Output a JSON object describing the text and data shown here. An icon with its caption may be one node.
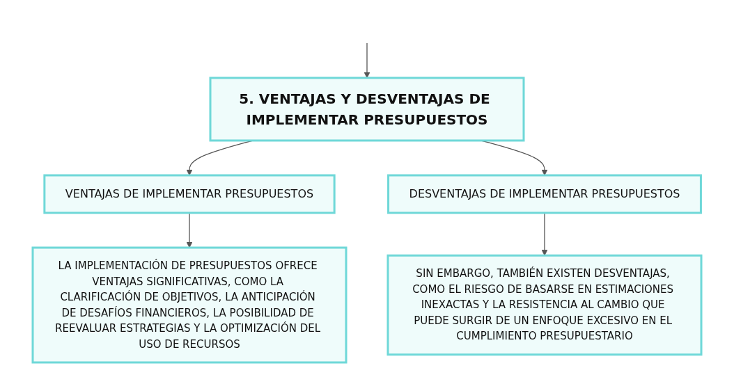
{
  "diagram": {
    "nodes": [
      {
        "text": [
          "5. VENTAJAS Y DESVENTAJAS DE IMPLEMENTAR PRESUPUESTOS"
        ]
      },
      {
        "text": [
          "VENTAJAS DE IMPLEMENTAR PRESUPUESTOS"
        ]
      },
      {
        "text": [
          "DESVENTAJAS DE IMPLEMENTAR PRESUPUESTOS"
        ]
      },
      {
        "text": [
          "LA IMPLEMENTACIÓN DE PRESUPUESTOS OFRECE VENTAJAS SIGNIFICATIVAS, COMO LA CLARIFICACIÓN DE OBJETIVOS, LA ANTICIPACIÓN DE DESAFÍOS FINANCIEROS, LA POSIBILIDAD DE REEVALUAR ESTRATEGIAS Y LA OPTIMIZACIÓN DEL USO DE RECURSOS"
        ]
      },
      {
        "text": [
          "SIN EMBARGO, TAMBIÉN EXISTEN DESVENTAJAS, COMO EL RIESGO DE BASARSE EN ESTIMACIONES INEXACTAS Y LA RESISTENCIA AL CAMBIO QUE PUEDE SURGIR DE UN ENFOQUE EXCESIVO EN EL CUMPLIMIENTO PRESUPUESTARIO"
        ]
      }
    ],
    "edges": [
      {
        "from": null,
        "to": 0,
        "arrow": "to"
      },
      {
        "from": 0,
        "to": 1,
        "arrow": "to"
      },
      {
        "from": 0,
        "to": 2,
        "arrow": "to"
      },
      {
        "from": 1,
        "to": 3,
        "arrow": "to"
      },
      {
        "from": 2,
        "to": 4,
        "arrow": "to"
      }
    ]
  }
}
